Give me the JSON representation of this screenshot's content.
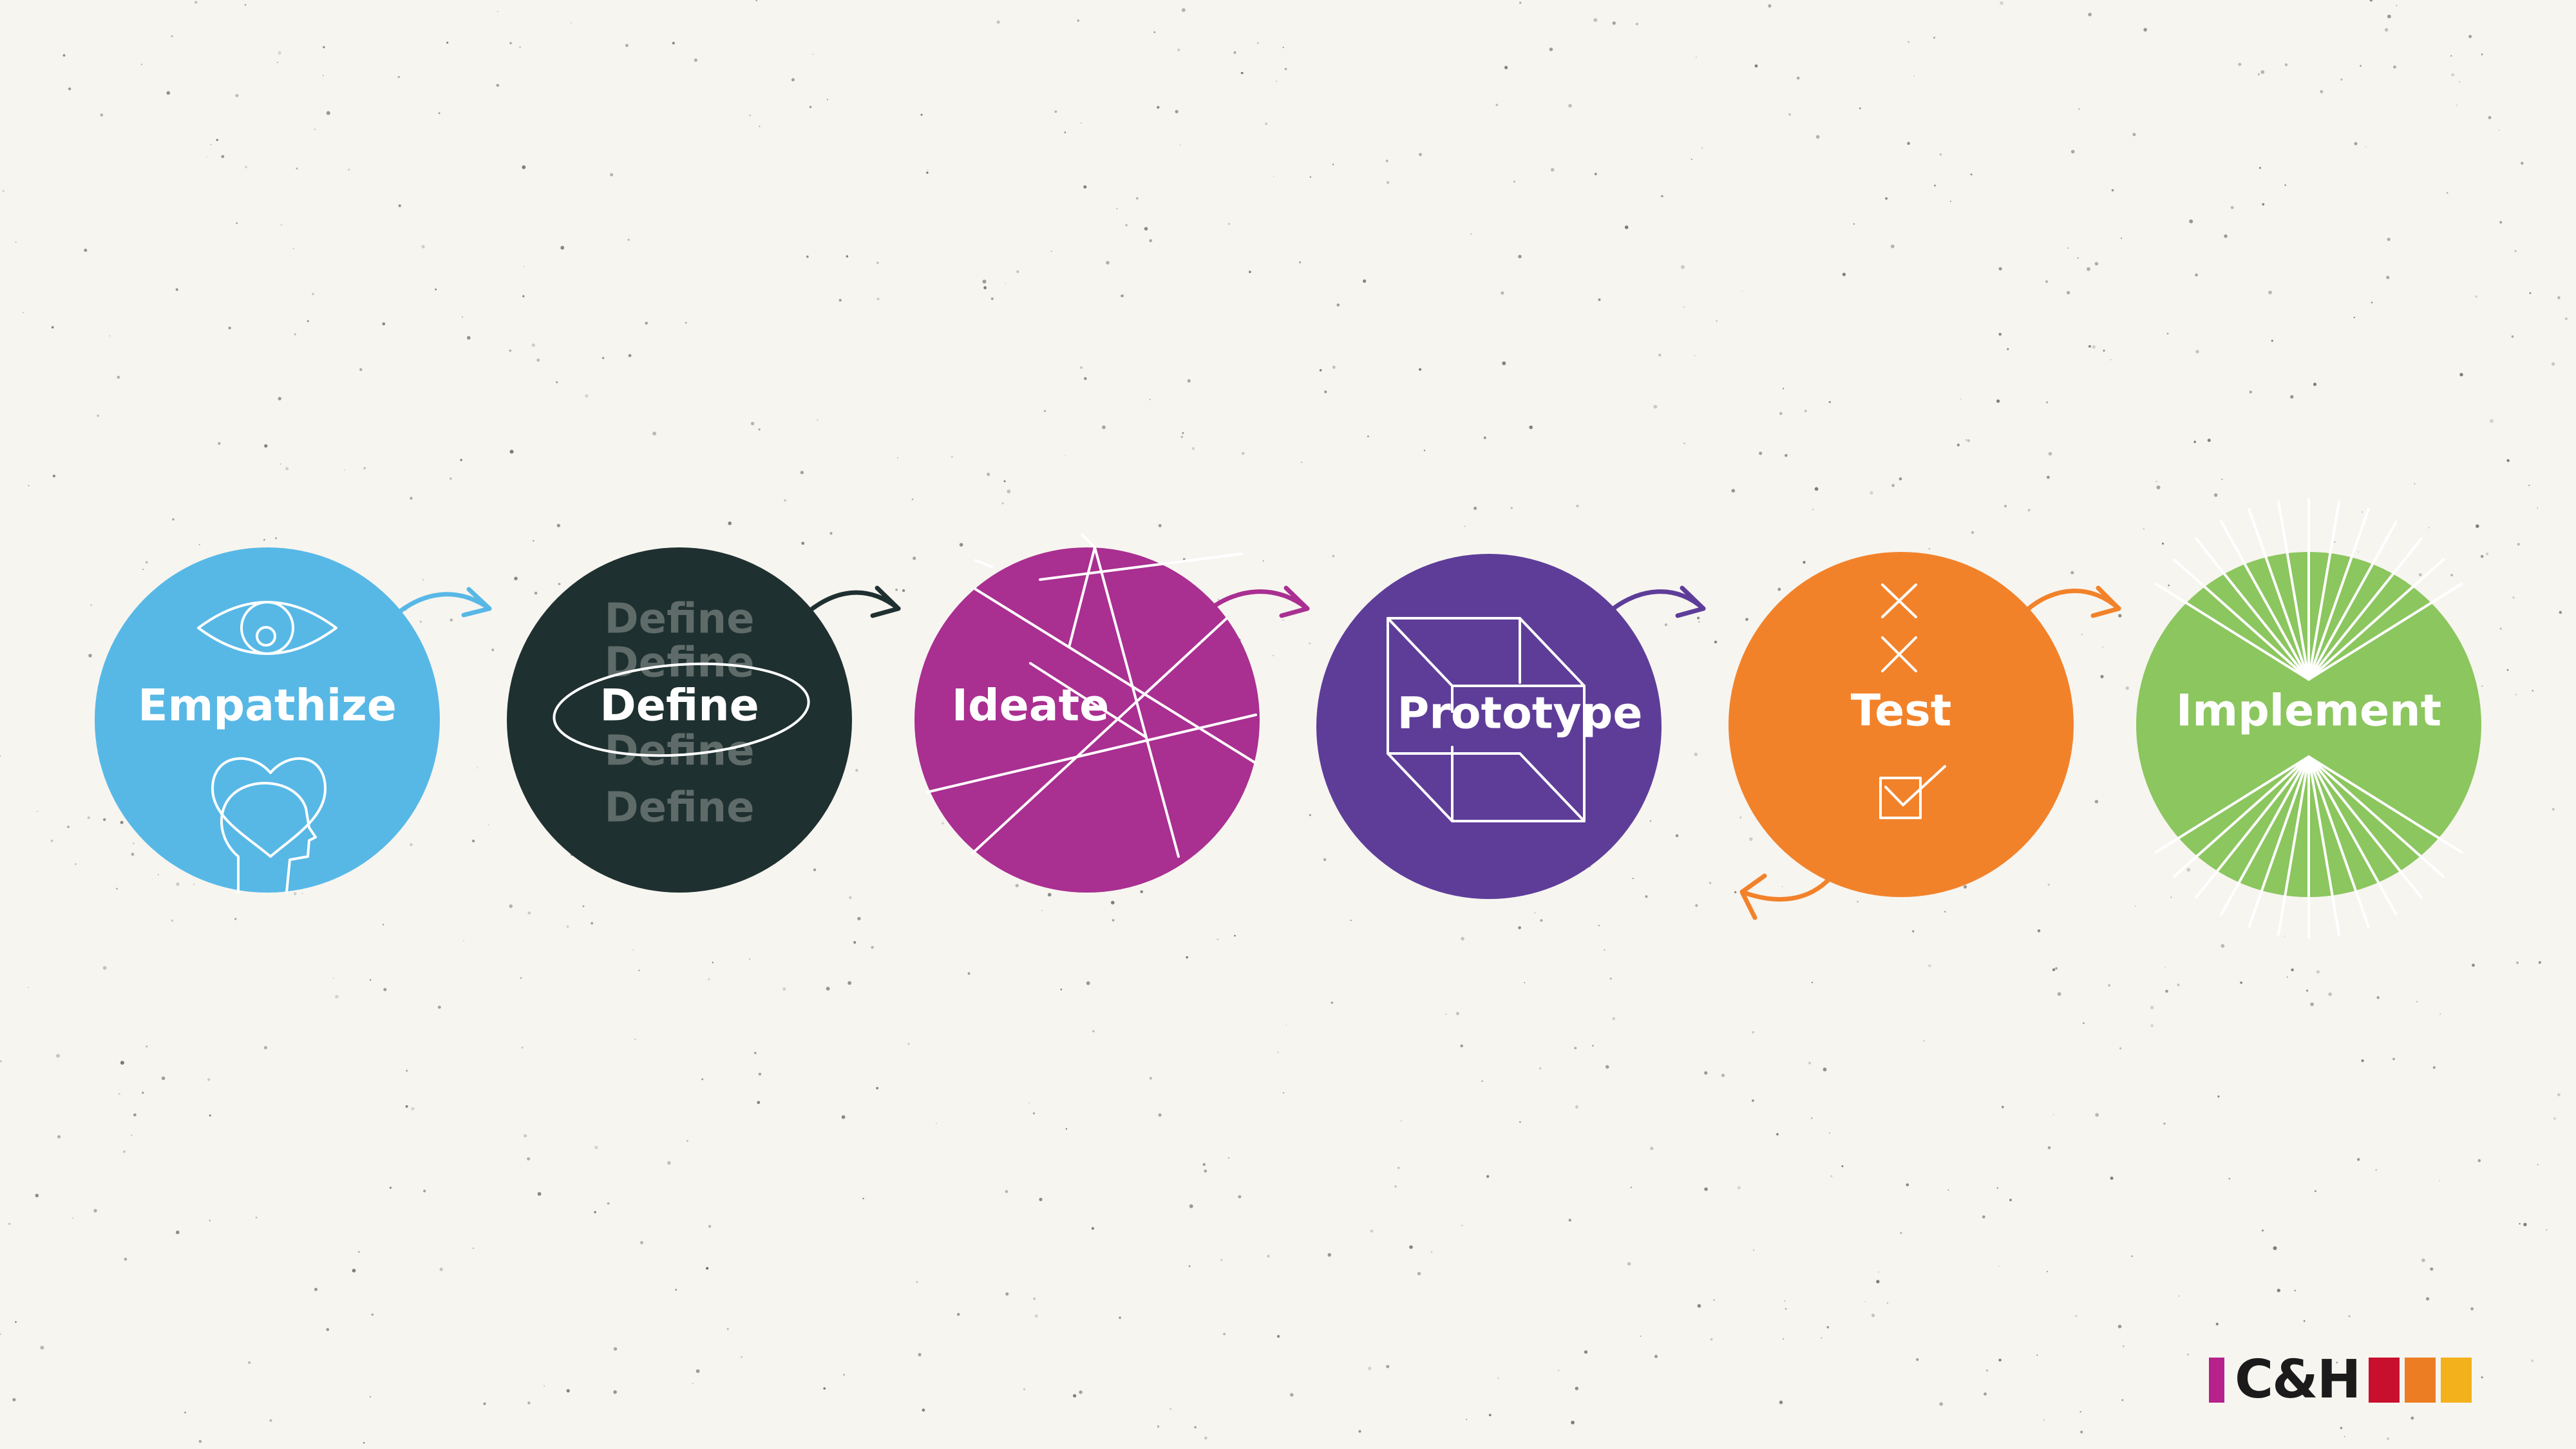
{
  "stages": [
    {
      "id": "empathize",
      "label": "Empathize",
      "color": "#57b8e6",
      "icon": "eye-and-head-heart-icon"
    },
    {
      "id": "define",
      "label": "Define",
      "color": "#1f3030",
      "icon": "circled-word-icon",
      "ghost_labels": [
        "Define",
        "Define",
        "Define",
        "Define"
      ]
    },
    {
      "id": "ideate",
      "label": "Ideate",
      "color": "#a92f91",
      "icon": "shattered-lines-icon"
    },
    {
      "id": "prototype",
      "label": "Prototype",
      "color": "#5e3d99",
      "icon": "wireframe-box-icon"
    },
    {
      "id": "test",
      "label": "Test",
      "color": "#f2822a",
      "icon": "cross-and-checkbox-icon"
    },
    {
      "id": "implement",
      "label": "Implement",
      "color": "#8bc65e",
      "icon": "converging-rays-icon"
    }
  ],
  "arrows": [
    {
      "from": "empathize",
      "to": "define",
      "color": "#57b8e6"
    },
    {
      "from": "define",
      "to": "ideate",
      "color": "#1f3030"
    },
    {
      "from": "ideate",
      "to": "prototype",
      "color": "#a92f91"
    },
    {
      "from": "prototype",
      "to": "test",
      "color": "#5e3d99"
    },
    {
      "from": "test",
      "to": "implement",
      "color": "#f2822a"
    },
    {
      "from": "test",
      "to": "back",
      "color": "#f2822a"
    }
  ],
  "logo": {
    "text": "C&H",
    "colors": {
      "left": "#b7218c",
      "right1": "#c8102e",
      "right2": "#ed7d23",
      "right3": "#f3b21c"
    }
  }
}
